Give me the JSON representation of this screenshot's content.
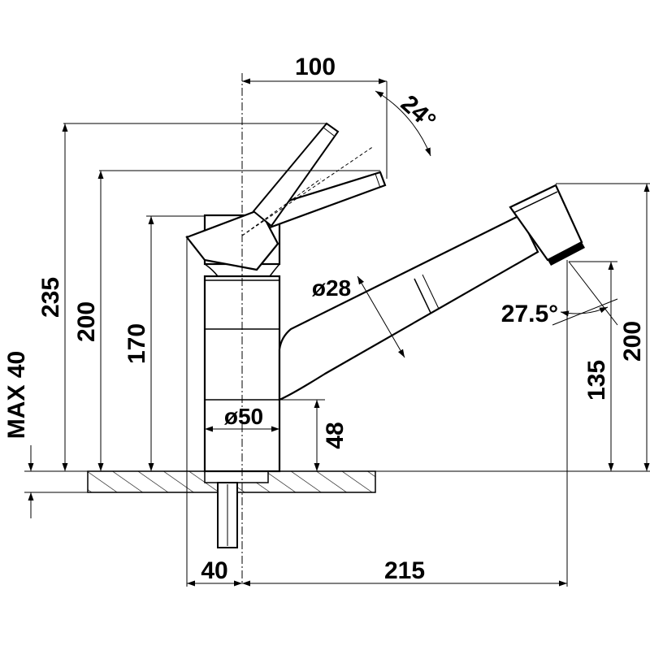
{
  "dimensions": {
    "spout_reach_top": "100",
    "lever_angle": "24°",
    "height_lever_max": "235",
    "height_lever": "200",
    "height_body": "170",
    "worktop_thickness": "MAX 40",
    "spout_diameter": "ø28",
    "base_diameter": "ø50",
    "base_height": "48",
    "spray_angle": "27.5°",
    "outlet_height": "135",
    "spray_head_height": "200",
    "rear_offset": "40",
    "spout_reach": "215"
  }
}
